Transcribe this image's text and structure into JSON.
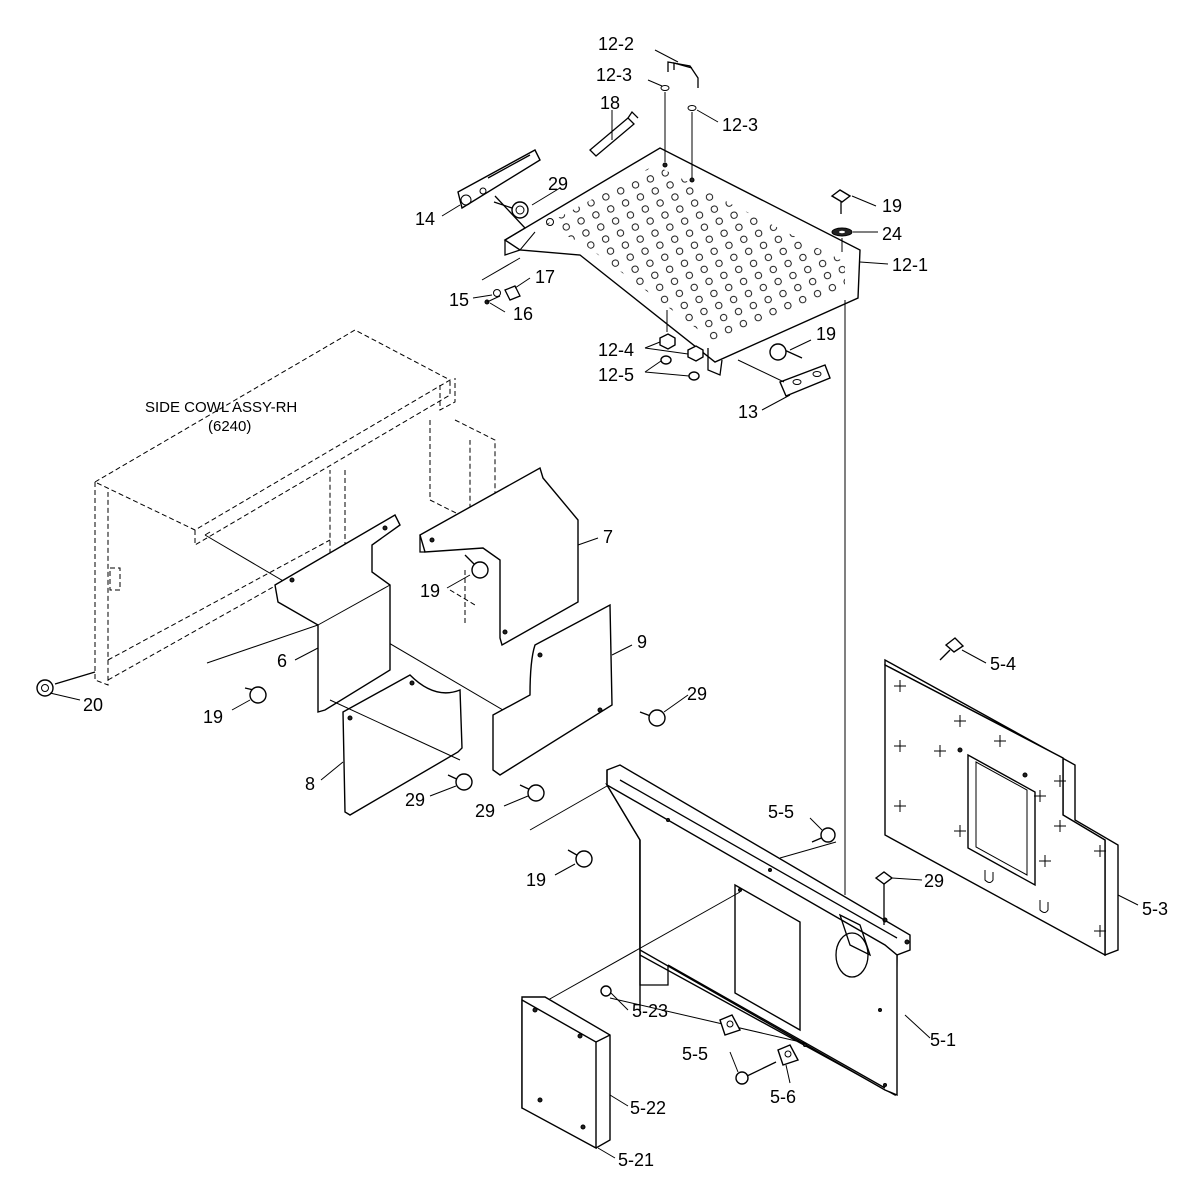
{
  "assembly": {
    "title_line1": "SIDE COWL ASSY-RH",
    "title_line2": "(6240)"
  },
  "callouts": {
    "c12_2": "12-2",
    "c12_3a": "12-3",
    "c12_3b": "12-3",
    "c18": "18",
    "c29a": "29",
    "c14": "14",
    "c19a": "19",
    "c24": "24",
    "c12_1": "12-1",
    "c17": "17",
    "c15": "15",
    "c16": "16",
    "c19b": "19",
    "c12_4": "12-4",
    "c12_5": "12-5",
    "c13": "13",
    "c7": "7",
    "c19c": "19",
    "c9": "9",
    "c6": "6",
    "c29b": "29",
    "c20": "20",
    "c19d": "19",
    "c8": "8",
    "c29c": "29",
    "c29d": "29",
    "c5_4": "5-4",
    "c5_5a": "5-5",
    "c29e": "29",
    "c19e": "19",
    "c5_3": "5-3",
    "c5_23": "5-23",
    "c5_1": "5-1",
    "c5_5b": "5-5",
    "c5_6": "5-6",
    "c5_22": "5-22",
    "c5_21": "5-21"
  }
}
